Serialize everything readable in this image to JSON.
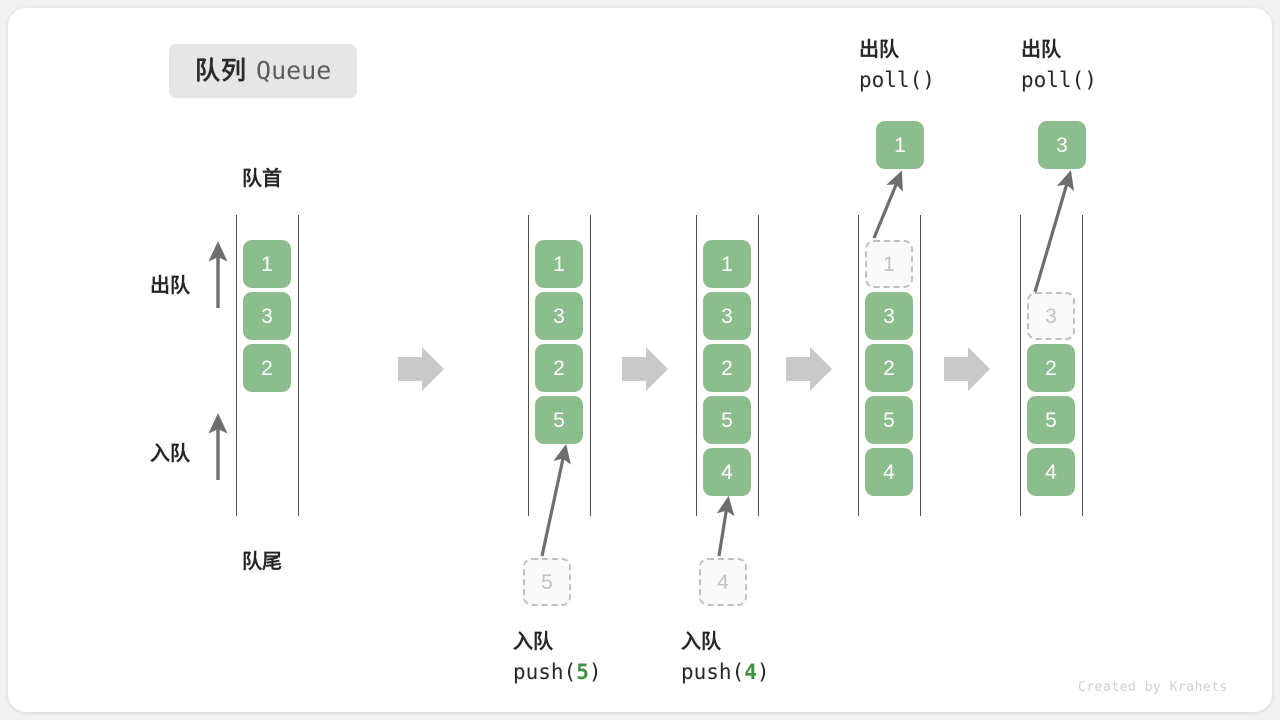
{
  "title": {
    "cn": "队列",
    "en": "Queue"
  },
  "labels": {
    "head": "队首",
    "tail": "队尾",
    "dequeue": "出队",
    "enqueue": "入队"
  },
  "colors": {
    "element_fill": "#8cbd8c",
    "element_text": "#ffffff",
    "ghost_text": "#c2c2c2",
    "ghost_border": "#c0c0c0",
    "rail": "#4c4c4c",
    "arrow": "#6e6e6e",
    "step_arrow": "#c9c9c9",
    "badge_bg": "#e6e6e6",
    "code_arg": "#3f9142",
    "watermark": "#cfcfcf"
  },
  "captions": {
    "push5": {
      "cn": "入队",
      "code_prefix": "push(",
      "code_arg": "5",
      "code_suffix": ")"
    },
    "push4": {
      "cn": "入队",
      "code_prefix": "push(",
      "code_arg": "4",
      "code_suffix": ")"
    },
    "poll1": {
      "cn": "出队",
      "code": "poll()"
    },
    "poll2": {
      "cn": "出队",
      "code": "poll()"
    }
  },
  "stages": [
    {
      "name": "initial",
      "cells": [
        {
          "value": "1",
          "state": "filled"
        },
        {
          "value": "3",
          "state": "filled"
        },
        {
          "value": "2",
          "state": "filled"
        }
      ]
    },
    {
      "name": "after-push-5",
      "cells": [
        {
          "value": "1",
          "state": "filled"
        },
        {
          "value": "3",
          "state": "filled"
        },
        {
          "value": "2",
          "state": "filled"
        },
        {
          "value": "5",
          "state": "filled"
        }
      ],
      "pending": {
        "value": "5",
        "state": "ghost"
      }
    },
    {
      "name": "after-push-4",
      "cells": [
        {
          "value": "1",
          "state": "filled"
        },
        {
          "value": "3",
          "state": "filled"
        },
        {
          "value": "2",
          "state": "filled"
        },
        {
          "value": "5",
          "state": "filled"
        },
        {
          "value": "4",
          "state": "filled"
        }
      ],
      "pending": {
        "value": "4",
        "state": "ghost"
      }
    },
    {
      "name": "after-poll-1",
      "cells": [
        {
          "value": "1",
          "state": "ghost"
        },
        {
          "value": "3",
          "state": "filled"
        },
        {
          "value": "2",
          "state": "filled"
        },
        {
          "value": "5",
          "state": "filled"
        },
        {
          "value": "4",
          "state": "filled"
        }
      ],
      "popped": {
        "value": "1",
        "state": "filled"
      }
    },
    {
      "name": "after-poll-3",
      "cells": [
        {
          "value": "",
          "state": "empty"
        },
        {
          "value": "3",
          "state": "ghost"
        },
        {
          "value": "2",
          "state": "filled"
        },
        {
          "value": "5",
          "state": "filled"
        },
        {
          "value": "4",
          "state": "filled"
        }
      ],
      "popped": {
        "value": "3",
        "state": "filled"
      }
    }
  ],
  "watermark": "Created by Krahets"
}
